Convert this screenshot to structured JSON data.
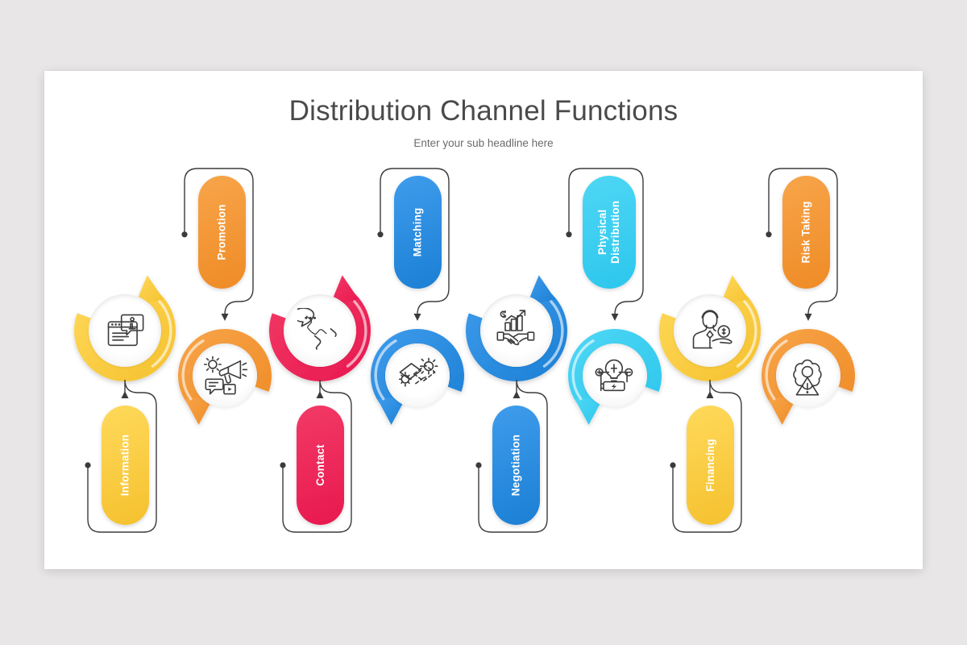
{
  "slide": {
    "title": "Distribution Channel Functions",
    "subtitle": "Enter your sub headline here"
  },
  "colors": {
    "background": "#e8e6e6",
    "slide_background": "#ffffff",
    "title_text": "#4a4a4a",
    "subtitle_text": "#6b6b6b",
    "connector_line": "#3b3b3b",
    "yellow": "#f5c12e",
    "yellow_light": "#ffd95b",
    "orange": "#ef8b26",
    "orange_light": "#f7a54a",
    "crimson": "#e8184f",
    "crimson_light": "#f23a66",
    "blue": "#1b7fd4",
    "blue_light": "#3f9cec",
    "cyan": "#2cc6ec",
    "cyan_light": "#4fd7f5"
  },
  "steps": [
    {
      "id": "information",
      "label": "Information",
      "label_lines": [
        "Information"
      ],
      "position": "bottom",
      "color_key": "yellow",
      "color": "#f5c12e",
      "color_light": "#ffd95b",
      "icon": "browser-info-icon"
    },
    {
      "id": "promotion",
      "label": "Promotion",
      "label_lines": [
        "Promotion"
      ],
      "position": "top",
      "color_key": "orange",
      "color": "#ef8b26",
      "color_light": "#f7a54a",
      "icon": "megaphone-marketing-icon"
    },
    {
      "id": "contact",
      "label": "Contact",
      "label_lines": [
        "Contact"
      ],
      "position": "bottom",
      "color_key": "crimson",
      "color": "#e8184f",
      "color_light": "#f23a66",
      "icon": "telephone-chat-icon"
    },
    {
      "id": "matching",
      "label": "Matching",
      "label_lines": [
        "Matching"
      ],
      "position": "top",
      "color_key": "blue",
      "color": "#1b7fd4",
      "color_light": "#3f9cec",
      "icon": "gears-matching-icon"
    },
    {
      "id": "negotiation",
      "label": "Negotiation",
      "label_lines": [
        "Negotiation"
      ],
      "position": "bottom",
      "color_key": "blue",
      "color": "#1b7fd4",
      "color_light": "#3f9cec",
      "icon": "handshake-growth-icon"
    },
    {
      "id": "physical-distribution",
      "label": "Physical Distribution",
      "label_lines": [
        "Physical",
        "Distribution"
      ],
      "position": "top",
      "color_key": "cyan",
      "color": "#2cc6ec",
      "color_light": "#4fd7f5",
      "icon": "power-circuit-icon"
    },
    {
      "id": "financing",
      "label": "Financing",
      "label_lines": [
        "Financing"
      ],
      "position": "bottom",
      "color_key": "yellow",
      "color": "#f5c12e",
      "color_light": "#ffd95b",
      "icon": "businessman-coin-icon"
    },
    {
      "id": "risk-taking",
      "label": "Risk Taking",
      "label_lines": [
        "Risk Taking"
      ],
      "position": "top",
      "color_key": "orange",
      "color": "#ef8b26",
      "color_light": "#f7a54a",
      "icon": "gear-person-warning-icon"
    }
  ]
}
